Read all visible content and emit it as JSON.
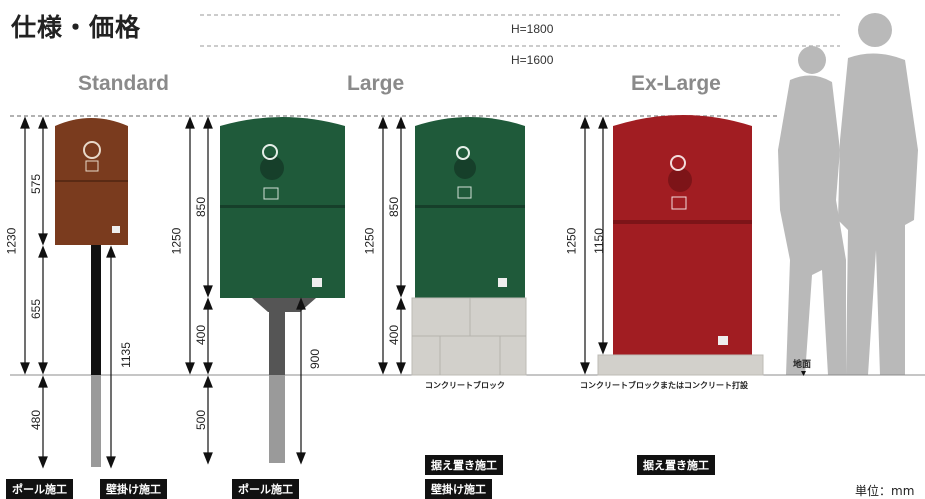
{
  "page": {
    "title": "仕様・価格",
    "unit_label": "単位：mm"
  },
  "reference_lines": {
    "h1800": "H=1800",
    "h1600": "H=1600"
  },
  "sizes": {
    "standard": "Standard",
    "large": "Large",
    "exlarge": "Ex-Large"
  },
  "dimensions": {
    "std_total": "1230",
    "std_box": "575",
    "std_pole_above": "655",
    "std_pole_below": "480",
    "std_wall": "1135",
    "lg1_total": "1250",
    "lg1_box": "850",
    "lg1_pole_above": "400",
    "lg1_pole_below": "500",
    "lg1_wall": "900",
    "lg2_total": "1250",
    "lg2_box": "850",
    "lg2_block": "400",
    "xl_total": "1250",
    "xl_box": "1150"
  },
  "captions": {
    "concrete_block": "コンクリートブロック",
    "block_or_concrete": "コンクリートブロックまたはコンクリート打設",
    "ground": "地面"
  },
  "tags": {
    "pole": "ポール施工",
    "wall": "壁掛け施工",
    "pole2": "ポール施工",
    "placed": "据え置き施工",
    "wall2": "壁掛け施工",
    "placed2": "据え置き施工"
  },
  "colors": {
    "standard_box": "#7a3b1e",
    "large_box": "#1f5a3a",
    "exlarge_box": "#a11d22",
    "concrete": "#d2d0cb",
    "silhouette": "#b7b7b7"
  }
}
